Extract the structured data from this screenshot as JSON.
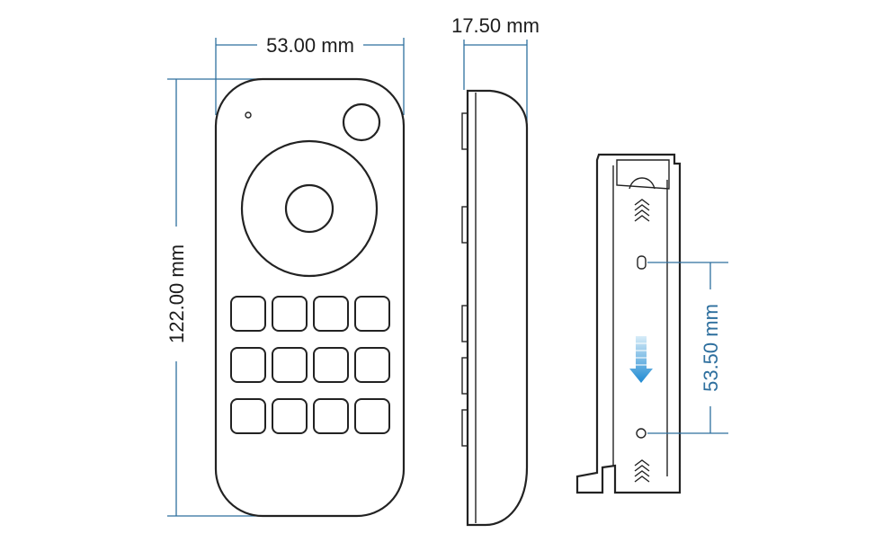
{
  "dimensions": {
    "width_label": "53.00 mm",
    "thickness_label": "17.50 mm",
    "height_label": "122.00 mm",
    "mount_hole_spacing_label": "53.50 mm"
  },
  "views": [
    "front-view",
    "side-view",
    "wall-bracket-view"
  ],
  "keypad": {
    "rows": 3,
    "columns": 4
  },
  "colors": {
    "dimension_line": "#2e6f9e",
    "outline": "#222222",
    "arrow_gradient_top": "#d7ecf8",
    "arrow_gradient_bottom": "#1f8ad2"
  }
}
